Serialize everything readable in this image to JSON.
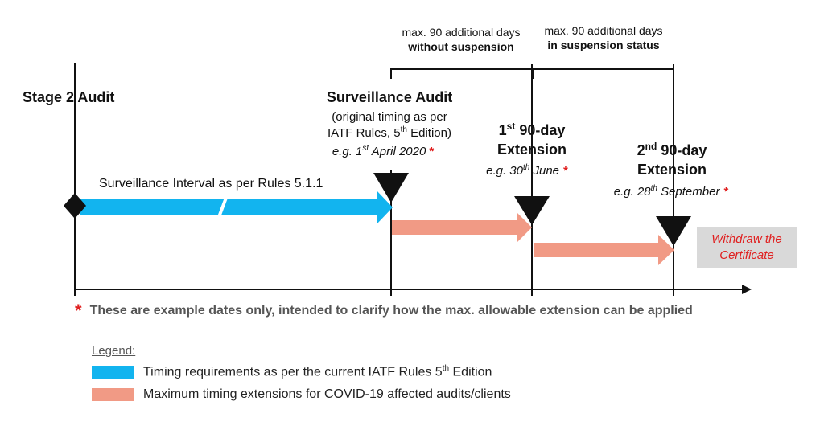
{
  "colors": {
    "blue": "#12b4ef",
    "salmon": "#f19a85",
    "red_star": "#e02020",
    "gray_box": "#d9d9d9"
  },
  "brackets": {
    "first": {
      "line1": "max. 90 additional days",
      "line2": "without suspension"
    },
    "second": {
      "line1": "max. 90 additional days",
      "line2": "in suspension status"
    }
  },
  "milestones": {
    "stage2": {
      "title": "Stage 2 Audit"
    },
    "surveillance": {
      "title": "Surveillance Audit",
      "line1": "(original timing as per",
      "line2_pre": "IATF Rules, 5",
      "line2_sup": "th",
      "line2_post": " Edition)",
      "date_pre": "e.g. 1",
      "date_sup": "st",
      "date_post": " April 2020",
      "star": "*"
    },
    "ext1": {
      "title_pre": "1",
      "title_sup": "st",
      "title_post": " 90-day",
      "title_line2": "Extension",
      "date": "e.g. 30",
      "date_sup": "th",
      "date_post": " June",
      "star": "*"
    },
    "ext2": {
      "title_pre": "2",
      "title_sup": "nd",
      "title_post": " 90-day",
      "title_line2": "Extension",
      "date": "e.g. 28",
      "date_sup": "th",
      "date_post": " September",
      "star": "*"
    }
  },
  "interval_label": "Surveillance Interval as per Rules 5.1.1",
  "withdraw": {
    "line1": "Withdraw the",
    "line2": "Certificate"
  },
  "note": {
    "star": "*",
    "text": "These are example dates only, intended to clarify how the max. allowable extension can be applied"
  },
  "legend": {
    "title": "Legend:",
    "items": [
      {
        "text_pre": "Timing requirements as per the current IATF Rules 5",
        "text_sup": "th",
        "text_post": " Edition"
      },
      {
        "text_pre": "Maximum timing extensions for COVID-19 affected audits/clients",
        "text_sup": "",
        "text_post": ""
      }
    ]
  }
}
